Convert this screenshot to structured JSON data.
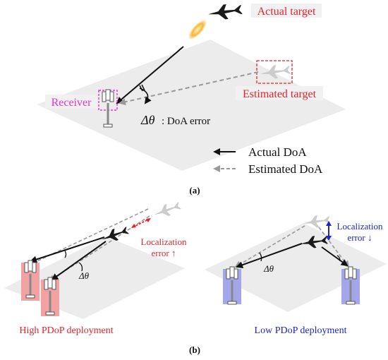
{
  "panel_a": {
    "label_actual_target": "Actual target",
    "label_estimated_target": "Estimated target",
    "label_receiver": "Receiver",
    "label_doa_symbol": "Δθ",
    "label_doa_error": ": DoA error",
    "legend_actual": "Actual DoA",
    "legend_estimated": "Estimated DoA",
    "caption": "(a)"
  },
  "panel_b": {
    "high": {
      "label_localization_line1": "Localization",
      "label_localization_line2": "error ↑",
      "label_delta": "Δθ",
      "caption": "High PDoP deployment"
    },
    "low": {
      "label_localization_line1": "Localization",
      "label_localization_line2": "error ↓",
      "label_delta": "Δθ",
      "caption": "Low PDoP deployment"
    },
    "caption": "(b)"
  },
  "colors": {
    "red_text": "#e8222a",
    "magenta": "#e236c8",
    "blue_text": "#1c25c8",
    "plane_dark": "#1a1a1a",
    "plane_ghost": "#cccccc",
    "ground": "#ececec",
    "red_box": "#f2a2a2",
    "blue_box": "#a4a6ea",
    "label_bg": "#f1f1f1"
  }
}
